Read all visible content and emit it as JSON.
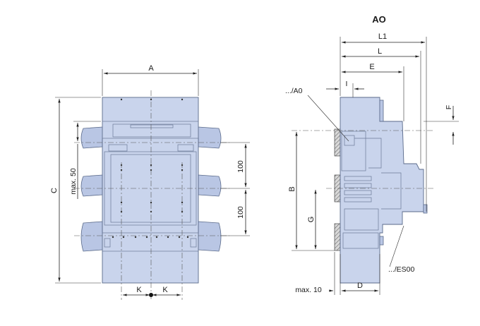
{
  "front_view": {
    "dim_width": "A",
    "dim_height": "C",
    "dim_bar_spacing_1": "100",
    "dim_bar_spacing_2": "100",
    "dim_max": "max. 50",
    "dim_k_left": "K",
    "dim_k_right": "K"
  },
  "side_view": {
    "title": "AO",
    "dim_l1": "L1",
    "dim_l": "L",
    "dim_e": "E",
    "dim_i": "I",
    "dim_f": "F",
    "dim_b": "B",
    "dim_g": "G",
    "dim_d": "D",
    "dim_max10": "max. 10",
    "label_a0": ".../A0",
    "label_es00": ".../ES00"
  }
}
